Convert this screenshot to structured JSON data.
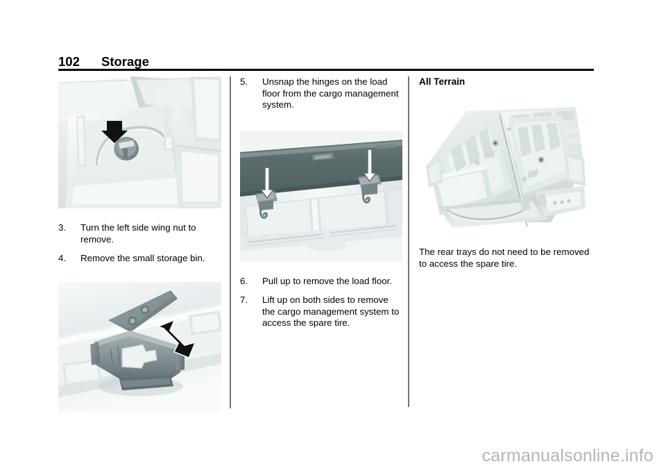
{
  "header": {
    "page_number": "102",
    "title": "Storage"
  },
  "left_column": {
    "figure_top": {
      "caption_alt": "cargo-floor-wing-nut-illustration",
      "arrow": "down-arrow"
    },
    "steps": [
      {
        "num": "3.",
        "text": "Turn the left side wing nut to remove."
      },
      {
        "num": "4.",
        "text": "Remove the small storage bin."
      }
    ],
    "figure_bottom": {
      "caption_alt": "hinge-bracket-illustration",
      "arrow": "double-headed-diagonal-arrow"
    }
  },
  "middle_column": {
    "steps_top": [
      {
        "num": "5.",
        "text": "Unsnap the hinges on the load floor from the cargo management system."
      }
    ],
    "figure": {
      "caption_alt": "load-floor-hinges-illustration",
      "arrow": "two-white-up-arrows"
    },
    "steps_bottom": [
      {
        "num": "6.",
        "text": "Pull up to remove the load floor."
      },
      {
        "num": "7.",
        "text": "Lift up on both sides to remove the cargo management system to access the spare tire."
      }
    ]
  },
  "right_column": {
    "heading": "All Terrain",
    "figure": {
      "caption_alt": "rear-tray-structure-illustration"
    },
    "paragraph": "The rear trays do not need to be removed to access the spare tire."
  },
  "watermark": {
    "text": "carmanualsonline.info"
  },
  "colors": {
    "rule": "#000000",
    "divider": "#6f7476",
    "watermark": "#b4b4b4",
    "figure_light": "#e9edee",
    "figure_dark_panel": "#5a6b6b",
    "metal_bracket": "#8d9a9c"
  }
}
